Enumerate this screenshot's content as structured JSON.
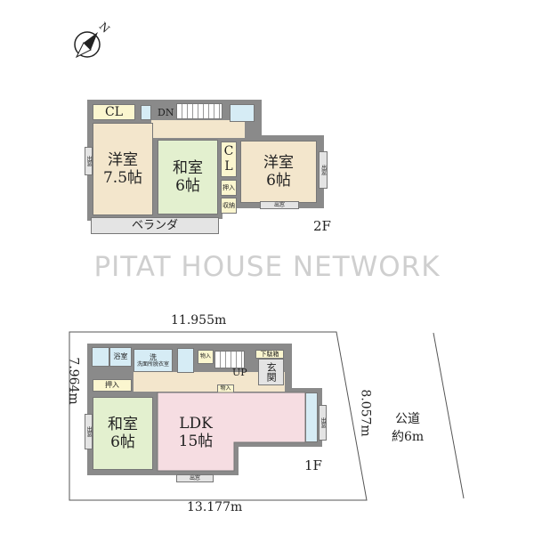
{
  "compass": {
    "label": "N"
  },
  "watermark": "PITAT HOUSE NETWORK",
  "floor2": {
    "label": "2F",
    "rooms": {
      "cl1": "CL",
      "dn": "DN",
      "western1": "洋室",
      "western1_size": "7.5帖",
      "japanese": "和室",
      "japanese_size": "6帖",
      "cl2": "C\nL",
      "oshiire": "押入",
      "storage": "収納",
      "western2": "洋室",
      "western2_size": "6帖",
      "veranda": "ベランダ",
      "window": "出窓"
    }
  },
  "floor1": {
    "label": "1F",
    "rooms": {
      "bath": "浴室",
      "wash": "洗",
      "washroom": "洗面所脱衣室",
      "storage1": "物入",
      "storage2": "物入",
      "shoe": "下駄箱",
      "entrance": "玄関",
      "up": "UP",
      "oshiire": "押入",
      "japanese": "和室",
      "japanese_size": "6帖",
      "ldk": "LDK",
      "ldk_size": "15帖",
      "window": "出窓"
    }
  },
  "lot": {
    "top": "11.955m",
    "left": "7.964m",
    "right": "8.057m",
    "bottom": "13.177m"
  },
  "road": {
    "label": "公道",
    "width": "約6m"
  }
}
